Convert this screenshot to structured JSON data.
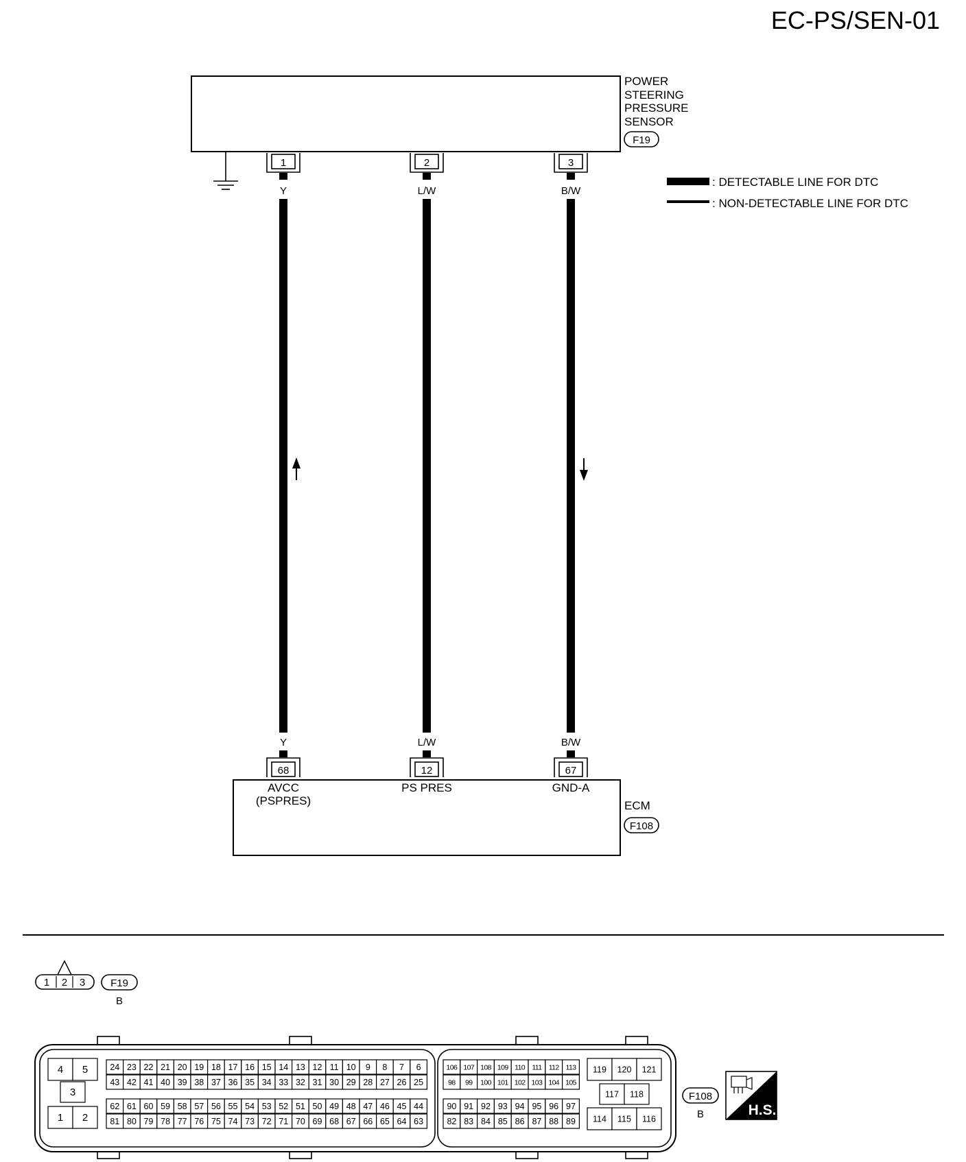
{
  "page": {
    "code": "EC-PS/SEN-01"
  },
  "legend": {
    "detectable": ": DETECTABLE LINE FOR DTC",
    "non_detectable": ": NON-DETECTABLE LINE FOR DTC"
  },
  "sensor": {
    "name_lines": [
      "POWER",
      "STEERING",
      "PRESSURE",
      "SENSOR"
    ],
    "connector": "F19",
    "pins": [
      "1",
      "2",
      "3"
    ]
  },
  "wires": [
    {
      "sensor_pin": "1",
      "color": "Y",
      "ecm_pin": "68",
      "signal_lines": [
        "AVCC",
        "(PSPRES)"
      ],
      "flow": "up"
    },
    {
      "sensor_pin": "2",
      "color": "L/W",
      "ecm_pin": "12",
      "signal_lines": [
        "PS PRES"
      ],
      "flow": "none"
    },
    {
      "sensor_pin": "3",
      "color": "B/W",
      "ecm_pin": "67",
      "signal_lines": [
        "GND-A"
      ],
      "flow": "down"
    }
  ],
  "ecm": {
    "name": "ECM",
    "connector": "F108"
  },
  "connector_f19": {
    "pins": [
      "1",
      "2",
      "3"
    ],
    "id": "F19",
    "color": "B"
  },
  "connector_f108": {
    "id": "F108",
    "color": "B",
    "left_block": [
      "4",
      "5",
      "3",
      "1",
      "2"
    ],
    "row_a": [
      "24",
      "23",
      "22",
      "21",
      "20",
      "19",
      "18",
      "17",
      "16",
      "15",
      "14",
      "13",
      "12",
      "11",
      "10",
      "9",
      "8",
      "7",
      "6"
    ],
    "row_b": [
      "43",
      "42",
      "41",
      "40",
      "39",
      "38",
      "37",
      "36",
      "35",
      "34",
      "33",
      "32",
      "31",
      "30",
      "29",
      "28",
      "27",
      "26",
      "25"
    ],
    "row_c": [
      "62",
      "61",
      "60",
      "59",
      "58",
      "57",
      "56",
      "55",
      "54",
      "53",
      "52",
      "51",
      "50",
      "49",
      "48",
      "47",
      "46",
      "45",
      "44"
    ],
    "row_d": [
      "81",
      "80",
      "79",
      "78",
      "77",
      "76",
      "75",
      "74",
      "73",
      "72",
      "71",
      "70",
      "69",
      "68",
      "67",
      "66",
      "65",
      "64",
      "63"
    ],
    "row_e": [
      "106",
      "107",
      "108",
      "109",
      "110",
      "111",
      "112",
      "113"
    ],
    "row_f": [
      "98",
      "99",
      "100",
      "101",
      "102",
      "103",
      "104",
      "105"
    ],
    "row_g": [
      "90",
      "91",
      "92",
      "93",
      "94",
      "95",
      "96",
      "97"
    ],
    "row_h": [
      "82",
      "83",
      "84",
      "85",
      "86",
      "87",
      "88",
      "89"
    ],
    "right_block": [
      "119",
      "120",
      "121",
      "117",
      "118",
      "114",
      "115",
      "116"
    ]
  },
  "badge": {
    "text": "H.S."
  }
}
